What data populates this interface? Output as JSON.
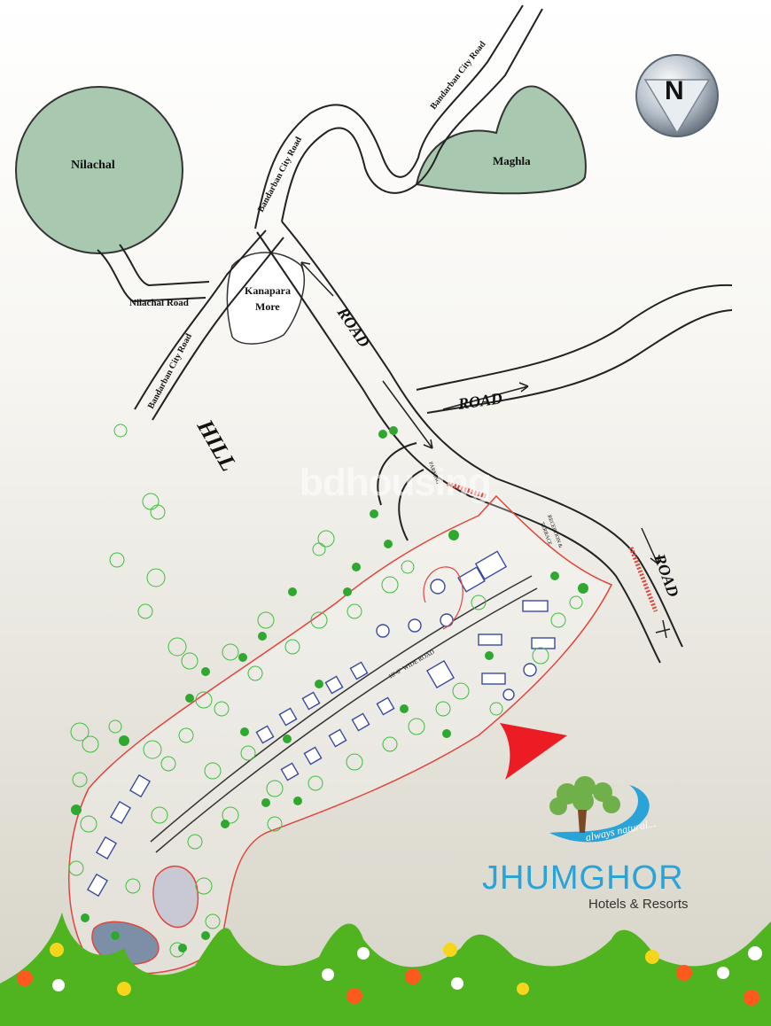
{
  "places": {
    "nilachal": "Nilachal",
    "maghla": "Maghla",
    "kanapara_line1": "Kanapara",
    "kanapara_line2": "More"
  },
  "roads": {
    "nilachal_road": "Nilachal Road",
    "bandarban_city_road": "Bandarban City Road",
    "road": "ROAD"
  },
  "terrain": {
    "hill": "HILL"
  },
  "site": {
    "parking": "PARKING",
    "reception": "RECEPTION &",
    "terrace": "TERRACE",
    "wide_road": "18'-0\" WIDE ROAD"
  },
  "compass": {
    "north": "N"
  },
  "watermark": "bdhousing",
  "brand": {
    "tagline": "always natural...",
    "name": "JHUMGHOR",
    "subtitle": "Hotels & Resorts"
  },
  "colors": {
    "land_green": "#a9c8b0",
    "boundary_red": "#e0463e",
    "tree_green": "#3fbf3f",
    "pointer_red": "#ec1c24",
    "brand_blue": "#2aa3d8"
  }
}
